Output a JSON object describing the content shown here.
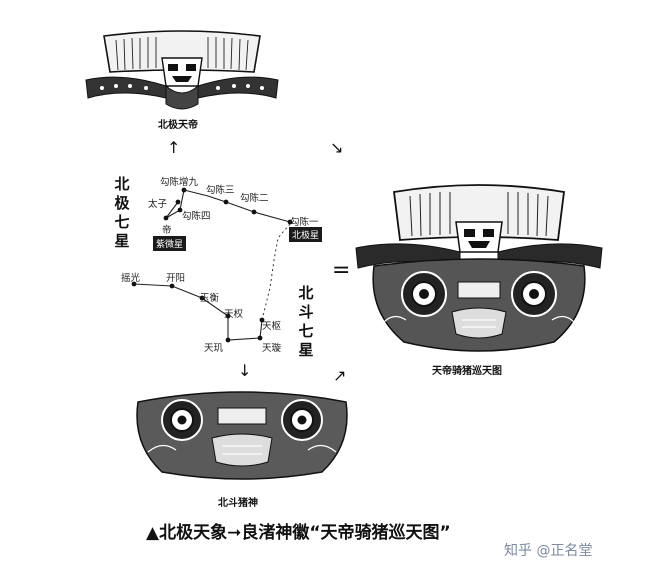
{
  "top_caption": "北极天帝",
  "right_caption": "天帝骑猪巡天图",
  "bottom_image_caption": "北斗猪神",
  "beiji_title": "北极七星",
  "beidou_title": "北斗七星",
  "beiji_stars": [
    {
      "label": "勾陈增九"
    },
    {
      "label": "太子"
    },
    {
      "label": "帝"
    },
    {
      "label": "勾陈四"
    },
    {
      "label": "勾陈三"
    },
    {
      "label": "勾陈二"
    },
    {
      "label": "勾陈一"
    }
  ],
  "ziwei_label": "紫微星",
  "beiji_label": "北极星",
  "beidou_stars": [
    {
      "label": "摇光"
    },
    {
      "label": "开阳"
    },
    {
      "label": "玉衡"
    },
    {
      "label": "天权"
    },
    {
      "label": "天玑"
    },
    {
      "label": "天璇"
    },
    {
      "label": "天枢"
    }
  ],
  "arrows": {
    "up": "↑",
    "down": "↓",
    "to_right_down": "↘",
    "to_right_up": "↗"
  },
  "equals": "=",
  "main_caption": "▲北极天象➞良渚神徽“天帝骑猪巡天图”",
  "watermark": "知乎 @正名堂"
}
